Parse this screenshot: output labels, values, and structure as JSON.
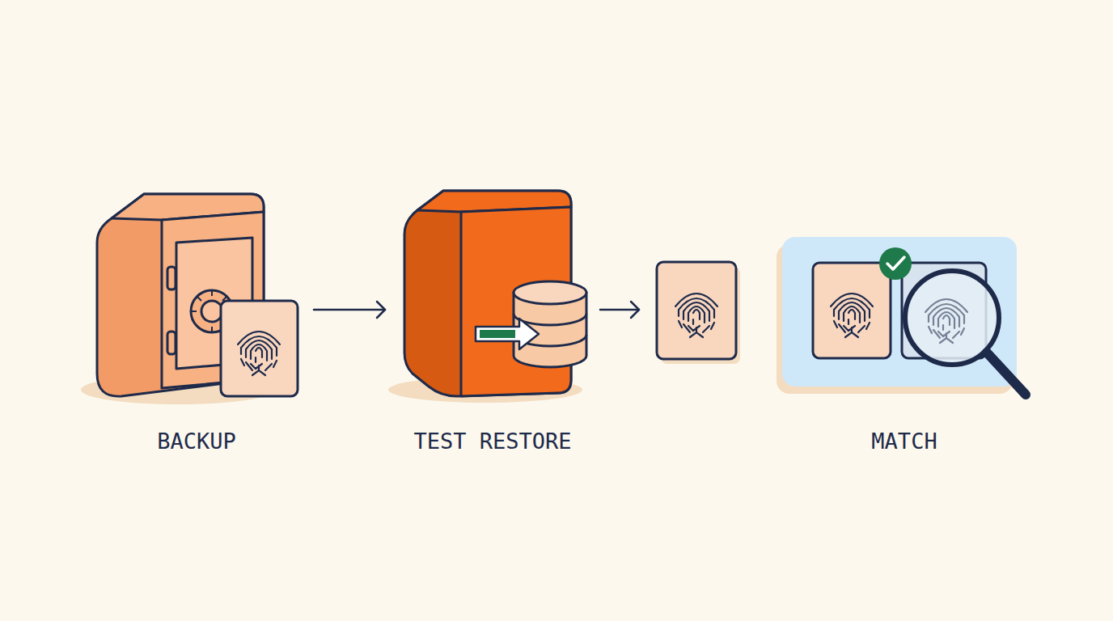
{
  "diagram": {
    "nodes": [
      {
        "text": [
          "BACKUP"
        ]
      },
      {
        "text": [
          "TEST RESTORE"
        ]
      },
      {
        "text": [
          "MATCH"
        ]
      }
    ],
    "edges": [
      {
        "from": 0,
        "to": 1,
        "arrow": "to"
      }
    ]
  }
}
